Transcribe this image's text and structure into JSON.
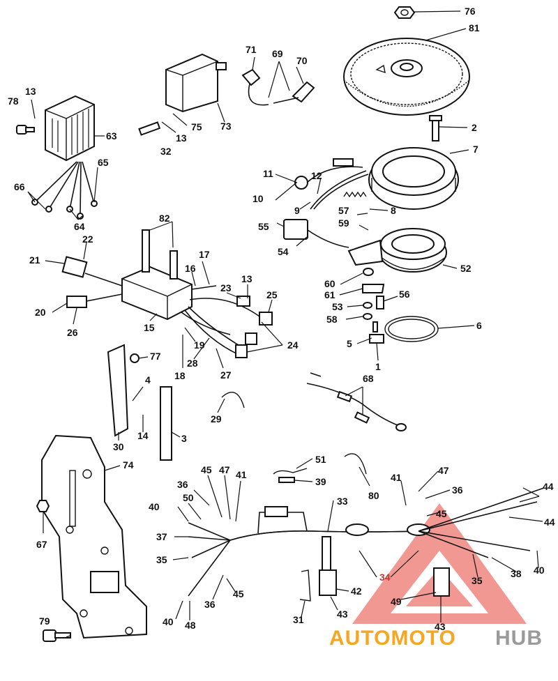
{
  "callouts": {
    "c76": "76",
    "c81": "81",
    "c2": "2",
    "c7": "7",
    "c8": "8",
    "c71": "71",
    "c69": "69",
    "c70": "70",
    "c73": "73",
    "c75": "75",
    "c13a": "13",
    "c78": "78",
    "c63": "63",
    "c13b": "13",
    "c32": "32",
    "c65": "65",
    "c66": "66",
    "c64": "64",
    "c11": "11",
    "c12": "12",
    "c10": "10",
    "c9": "9",
    "c57": "57",
    "c59": "59",
    "c55": "55",
    "c54": "54",
    "c52": "52",
    "c82": "82",
    "c22": "22",
    "c21": "21",
    "c17": "17",
    "c16": "16",
    "c23": "23",
    "c13c": "13",
    "c25": "25",
    "c20": "20",
    "c26": "26",
    "c15": "15",
    "c19": "19",
    "c18": "18",
    "c28": "28",
    "c27": "27",
    "c24": "24",
    "c60": "60",
    "c61": "61",
    "c56": "56",
    "c53": "53",
    "c58": "58",
    "c6": "6",
    "c5": "5",
    "c1": "1",
    "c77": "77",
    "c4": "4",
    "c14": "14",
    "c30": "30",
    "c3": "3",
    "c29": "29",
    "c68": "68",
    "c74": "74",
    "c67": "67",
    "c79": "79",
    "c51": "51",
    "c39": "39",
    "c80": "80",
    "c45a": "45",
    "c47a": "47",
    "c41a": "41",
    "c36a": "36",
    "c50": "50",
    "c40a": "40",
    "c37": "37",
    "c35a": "35",
    "c36b": "36",
    "c45b": "45",
    "c40b": "40",
    "c48": "48",
    "c33": "33",
    "c42": "42",
    "c43a": "43",
    "c31": "31",
    "c41b": "41",
    "c47b": "47",
    "c36c": "36",
    "c45c": "45",
    "c44a": "44",
    "c44b": "44",
    "c38": "38",
    "c40c": "40",
    "c35b": "35",
    "c34": "34",
    "c49": "49",
    "c43b": "43"
  },
  "watermark": {
    "brand_part1": "AUTOMOTO",
    "brand_part2": "HUB",
    "color_red": "#e8453c",
    "color_orange": "#f5a623",
    "color_gray": "#9a9a9a"
  }
}
